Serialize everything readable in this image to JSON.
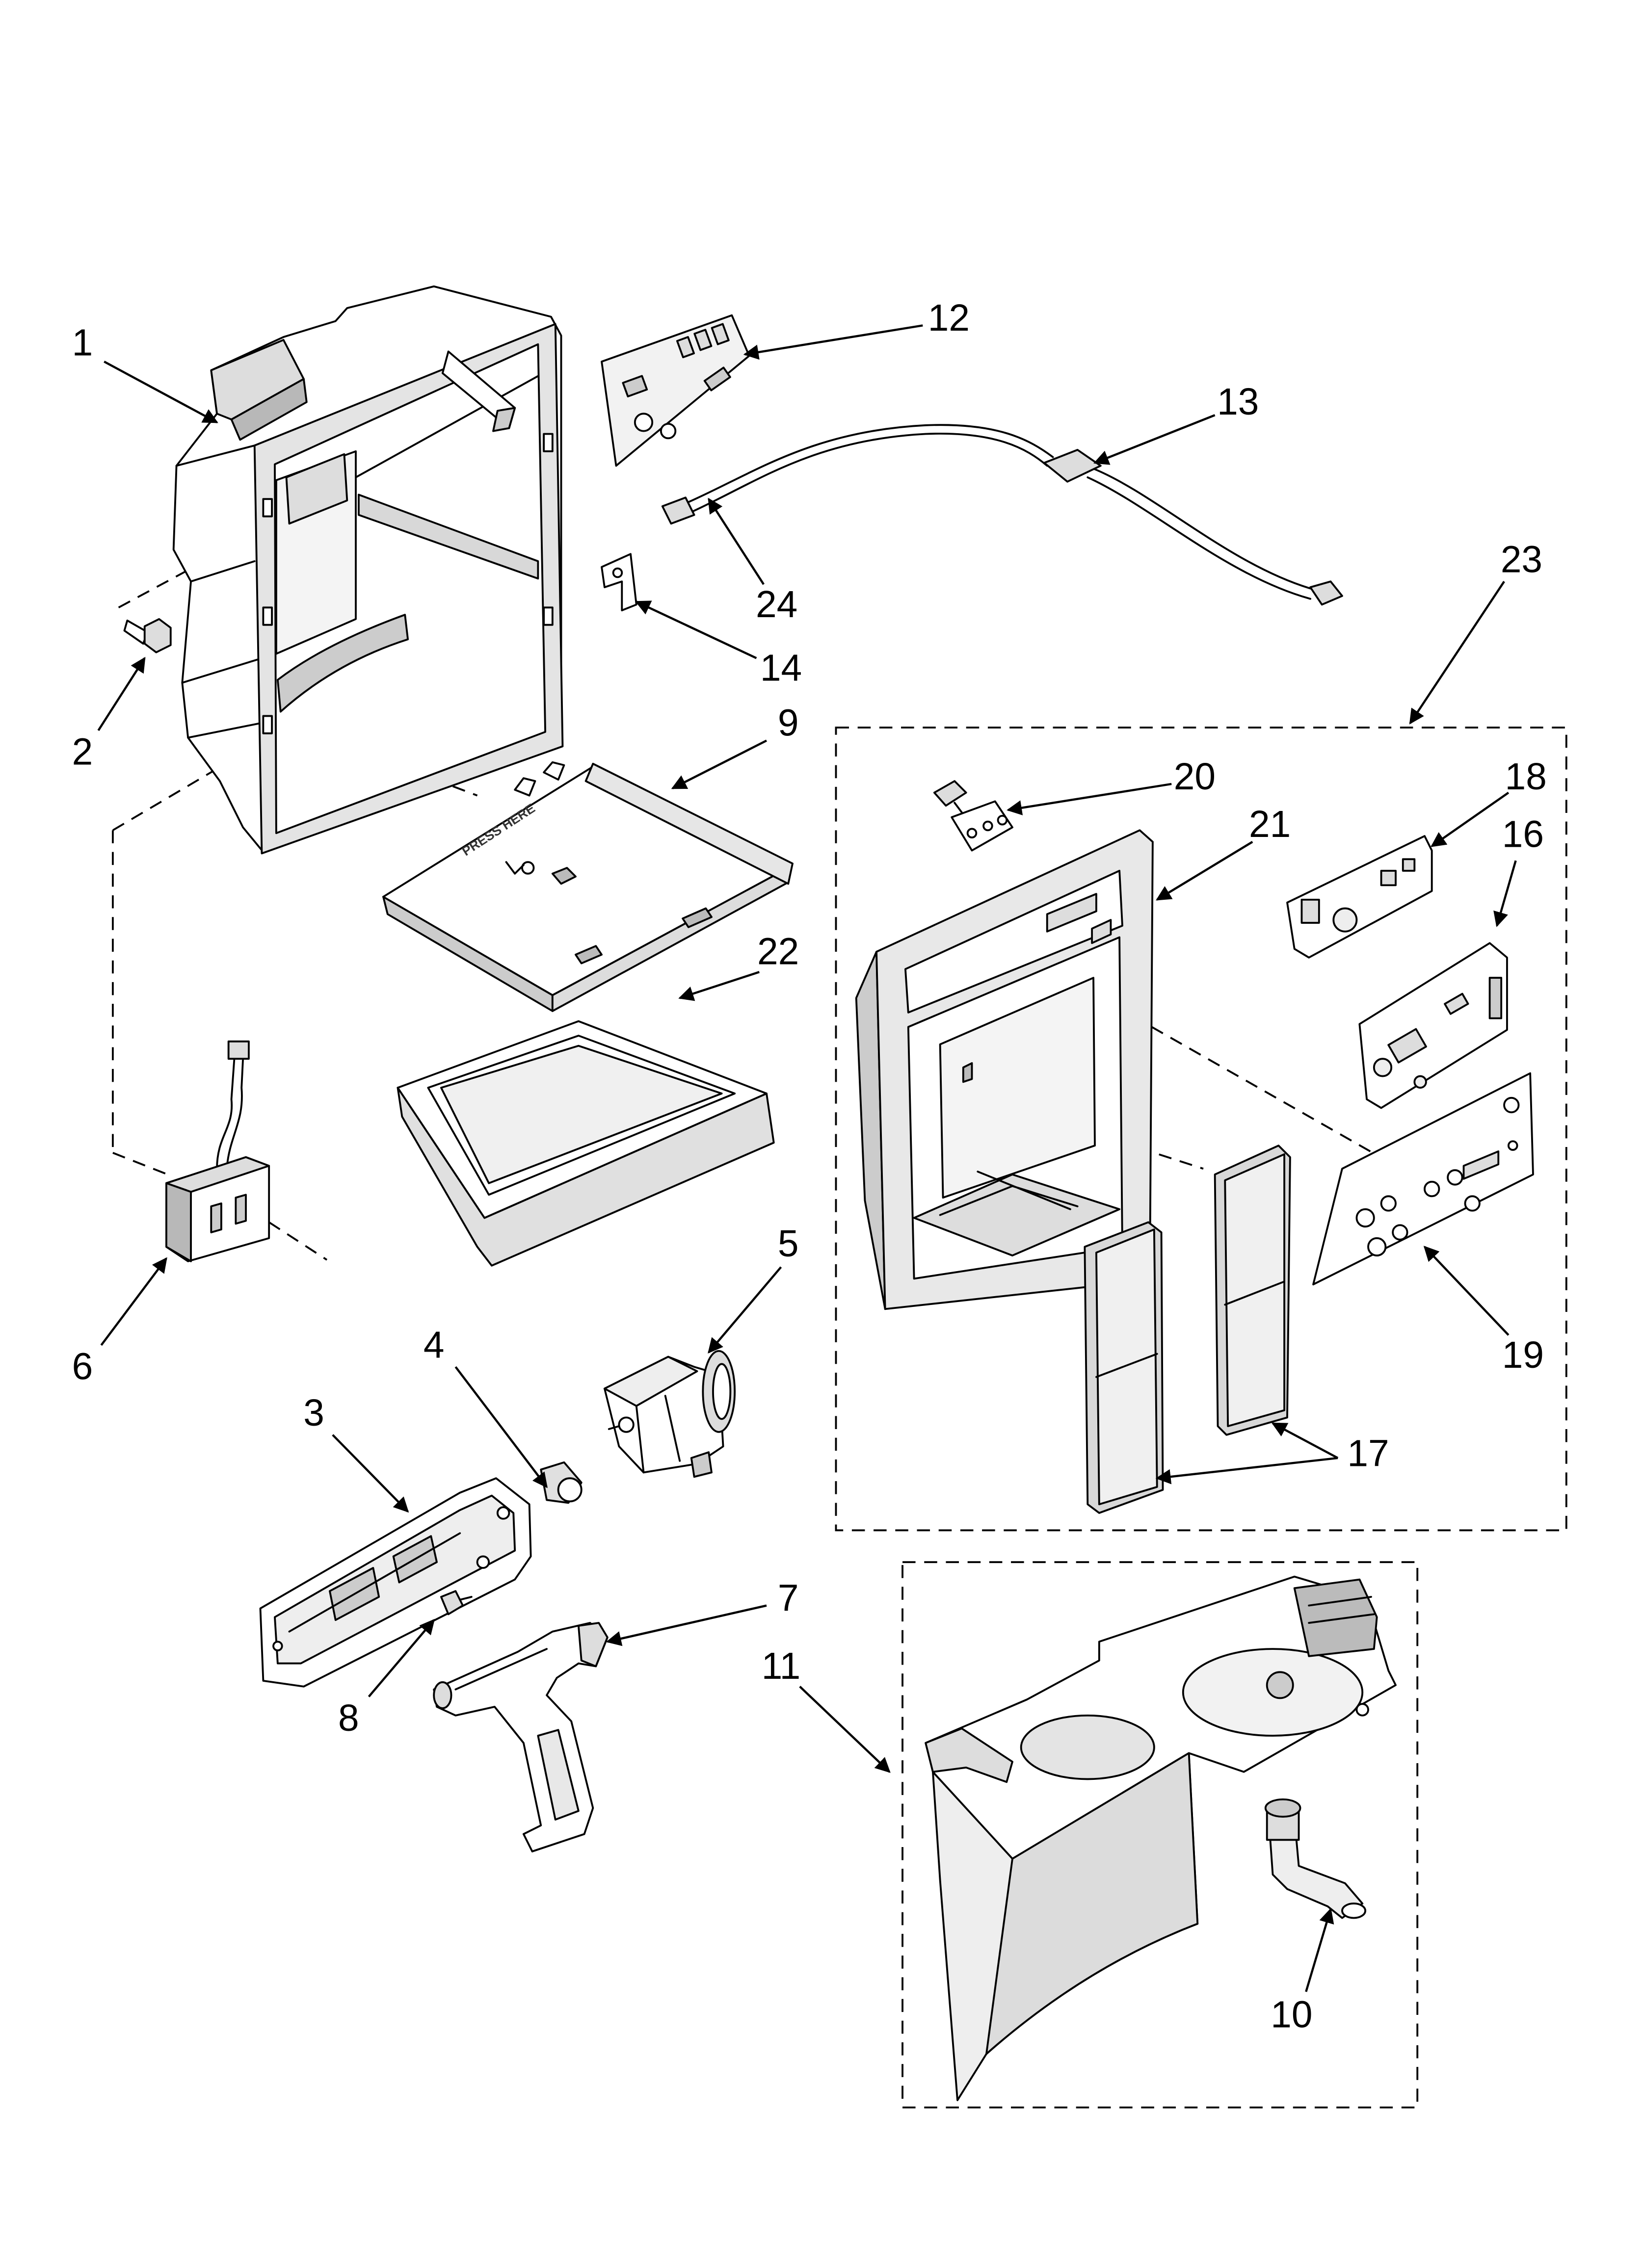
{
  "callouts": [
    "1",
    "2",
    "3",
    "4",
    "5",
    "6",
    "7",
    "8",
    "9",
    "10",
    "11",
    "12",
    "13",
    "14",
    "16",
    "17",
    "18",
    "19",
    "20",
    "21",
    "22",
    "23",
    "24"
  ],
  "part_9_embossed_text": "PRESS HERE"
}
